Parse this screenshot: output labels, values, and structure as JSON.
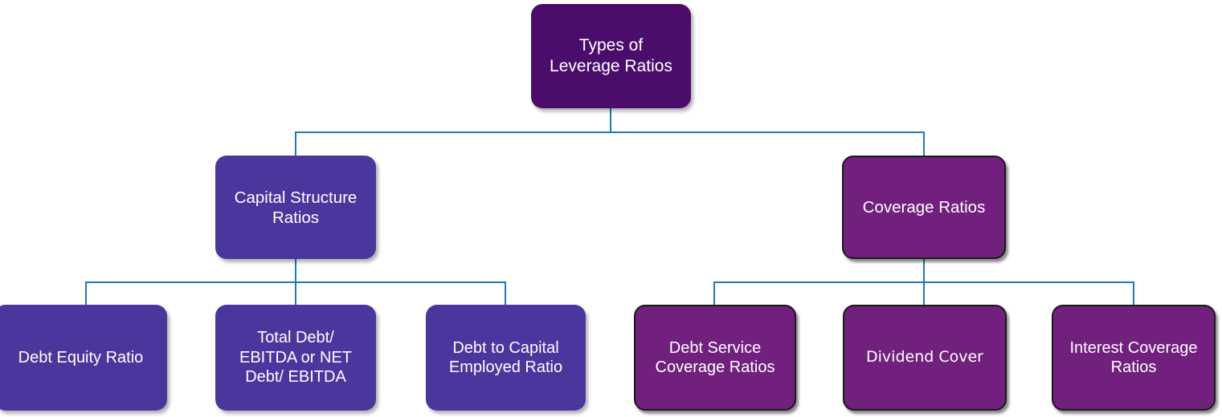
{
  "diagram": {
    "type": "hierarchy-tree",
    "title": "Types of Leverage Ratios",
    "orientation": "top-down",
    "levels": 3,
    "colors": {
      "root_fill": "#4a0d6b",
      "capital_structure_fill": "#4b369d",
      "coverage_fill": "#71207e",
      "connector": "#2079b5",
      "text": "#ffffff",
      "outline": "#1a1a1a",
      "background": "#ffffff"
    },
    "root": {
      "label": "Types of\nLeverage Ratios"
    },
    "branches": [
      {
        "id": "capital-structure",
        "label": "Capital Structure\nRatios",
        "children": [
          {
            "id": "debt-equity-ratio",
            "label": "Debt Equity Ratio"
          },
          {
            "id": "total-debt-ebitda",
            "label": "Total Debt/\nEBITDA or NET\nDebt/ EBITDA"
          },
          {
            "id": "debt-to-capital-employed",
            "label": "Debt to Capital\nEmployed Ratio"
          }
        ]
      },
      {
        "id": "coverage-ratios",
        "label": "Coverage Ratios",
        "children": [
          {
            "id": "debt-service-coverage",
            "label": "Debt Service\nCoverage Ratios"
          },
          {
            "id": "dividend-cover",
            "label": "Dividend Cover"
          },
          {
            "id": "interest-coverage",
            "label": "Interest Coverage\nRatios"
          }
        ]
      }
    ]
  }
}
